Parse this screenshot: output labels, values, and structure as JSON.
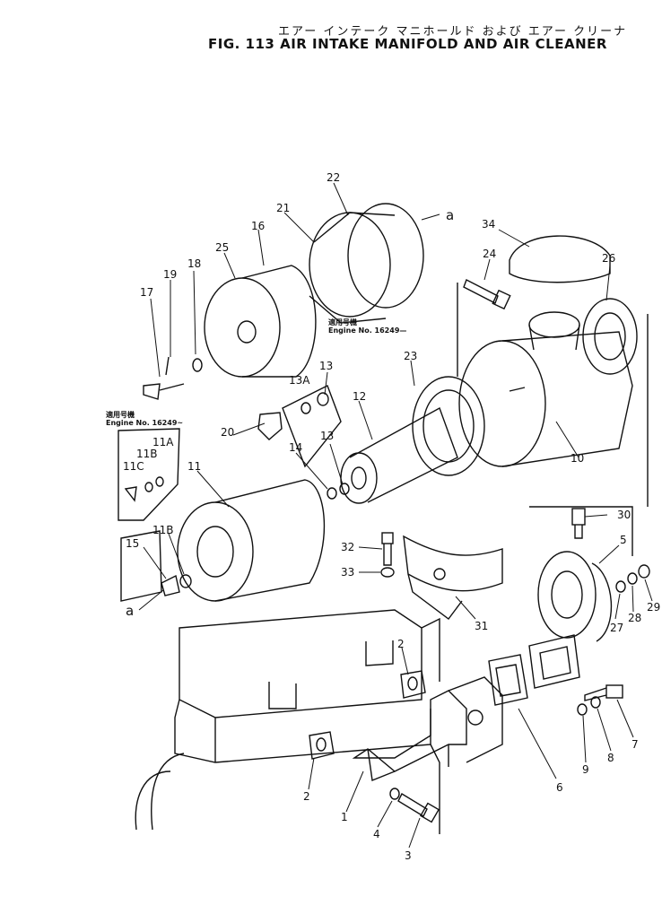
{
  "header": {
    "title_jp": "エアー インテーク マニホールド および エアー クリーナ",
    "title_en": "FIG. 113  AIR INTAKE MANIFOLD AND AIR CLEANER"
  },
  "notes": [
    {
      "jp": "適用号機",
      "en": "Engine No. 16249—"
    },
    {
      "jp": "適用号機",
      "en": "Engine No. 16249~"
    }
  ],
  "callouts": [
    "1",
    "2",
    "2",
    "3",
    "4",
    "5",
    "6",
    "7",
    "8",
    "9",
    "10",
    "11",
    "11A",
    "11B",
    "11B",
    "11C",
    "12",
    "13",
    "13",
    "13A",
    "14",
    "15",
    "16",
    "17",
    "18",
    "19",
    "20",
    "21",
    "22",
    "23",
    "24",
    "25",
    "26",
    "27",
    "28",
    "29",
    "30",
    "31",
    "32",
    "33",
    "34",
    "a",
    "a"
  ],
  "colors": {
    "ink": "#111111",
    "paper": "#ffffff"
  }
}
